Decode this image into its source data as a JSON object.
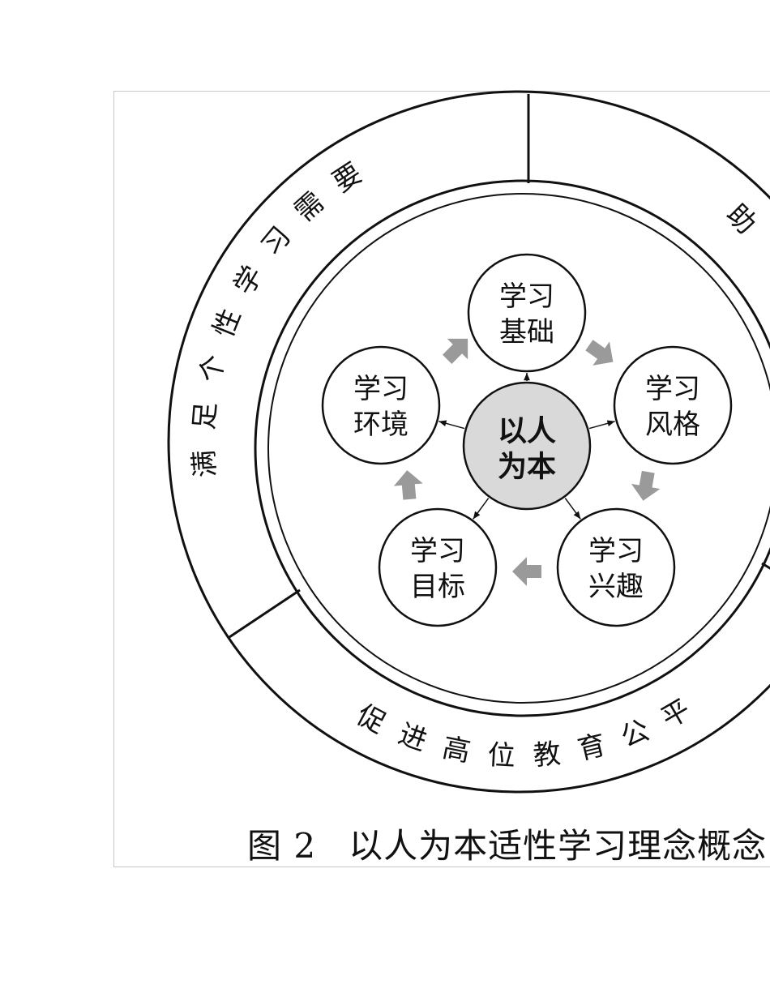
{
  "diagram": {
    "center": "以人为本",
    "center_lines": [
      "以人",
      "为本"
    ],
    "nodes": [
      {
        "lines": [
          "学习",
          "基础"
        ]
      },
      {
        "lines": [
          "学习",
          "风格"
        ]
      },
      {
        "lines": [
          "学习",
          "兴趣"
        ]
      },
      {
        "lines": [
          "学习",
          "目标"
        ]
      },
      {
        "lines": [
          "学习",
          "环境"
        ]
      }
    ],
    "ring_texts": {
      "upper_left": "满足个性学习需要",
      "bottom": "促进高位教育公平",
      "right_visible": "助"
    },
    "colors": {
      "center_fill": "#d9d9d9",
      "arrow_fill": "#9a9a9a",
      "line": "#111111"
    }
  },
  "caption": {
    "label": "图 2",
    "title": "以人为本适性学习理念概念"
  }
}
